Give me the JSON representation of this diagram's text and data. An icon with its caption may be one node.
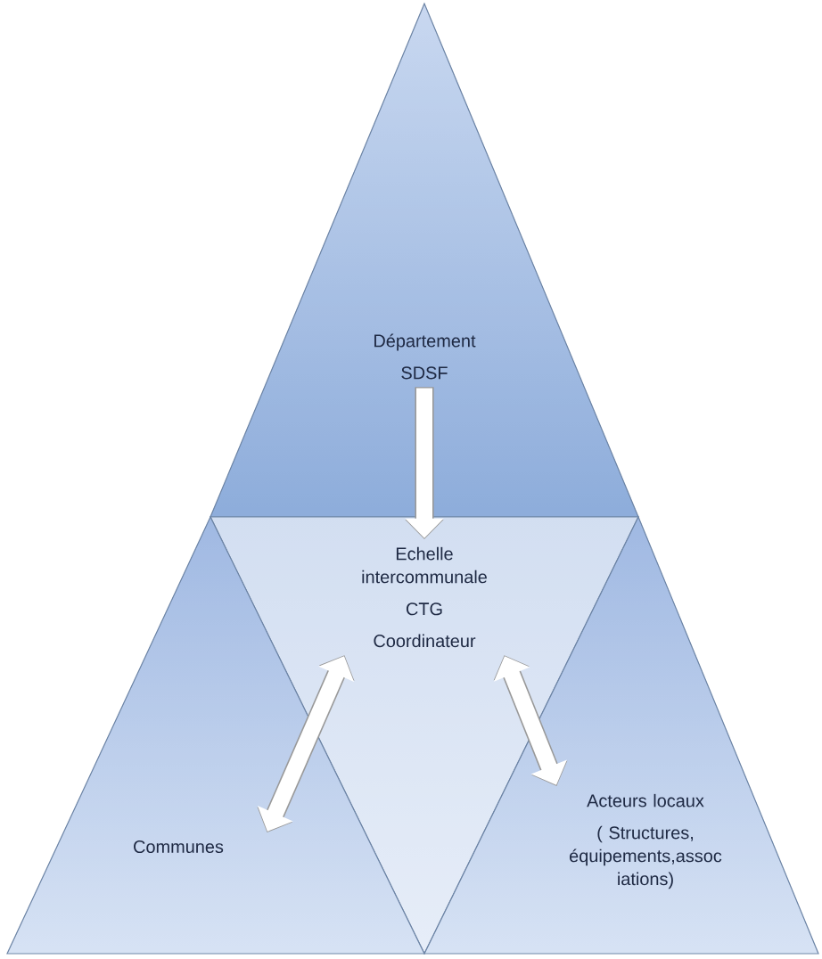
{
  "diagram": {
    "nodes": [
      {
        "text": [
          "Département",
          "SDSF"
        ]
      },
      {
        "text": [
          "Echelle intercommunale",
          "CTG",
          "Coordinateur"
        ]
      },
      {
        "text": [
          "Communes"
        ]
      },
      {
        "text": [
          "Acteurs locaux",
          "( Structures, équipements,assoc iations)"
        ]
      }
    ],
    "edges": [
      {
        "from": 0,
        "to": 1,
        "arrow": "to"
      },
      {
        "from": 1,
        "to": 2,
        "arrow": "both"
      },
      {
        "from": 1,
        "to": 3,
        "arrow": "both"
      }
    ]
  }
}
